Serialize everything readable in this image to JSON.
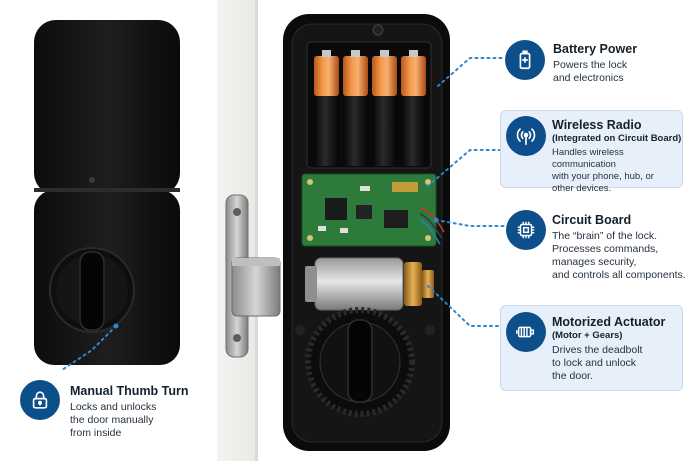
{
  "colors": {
    "accent": "#0d4f8b",
    "panel_bg": "#e7f0fa",
    "dotted_line": "#2f86cf"
  },
  "callouts": {
    "battery": {
      "icon": "battery-icon",
      "title": "Battery Power",
      "desc_lines": [
        "Powers the lock",
        "and electronics"
      ]
    },
    "radio": {
      "icon": "wireless-icon",
      "title": "Wireless Radio",
      "subtitle": "(Integrated on Circuit Board)",
      "desc_lines": [
        "Handles wireless communication",
        "with your phone, hub, or",
        "other devices."
      ]
    },
    "circuit": {
      "icon": "chip-icon",
      "title": "Circuit Board",
      "desc_lines": [
        "The “brain” of the lock.",
        "Processes commands,",
        "manages security,",
        "and controls all components."
      ]
    },
    "actuator": {
      "icon": "motor-icon",
      "title": "Motorized Actuator",
      "subtitle": "(Motor + Gears)",
      "desc_lines": [
        "Drives the deadbolt",
        "to lock and unlock",
        "the door."
      ]
    },
    "thumb": {
      "icon": "lock-icon",
      "title": "Manual Thumb Turn",
      "desc_lines": [
        "Locks and unlocks",
        "the door manually",
        "from inside"
      ]
    }
  }
}
